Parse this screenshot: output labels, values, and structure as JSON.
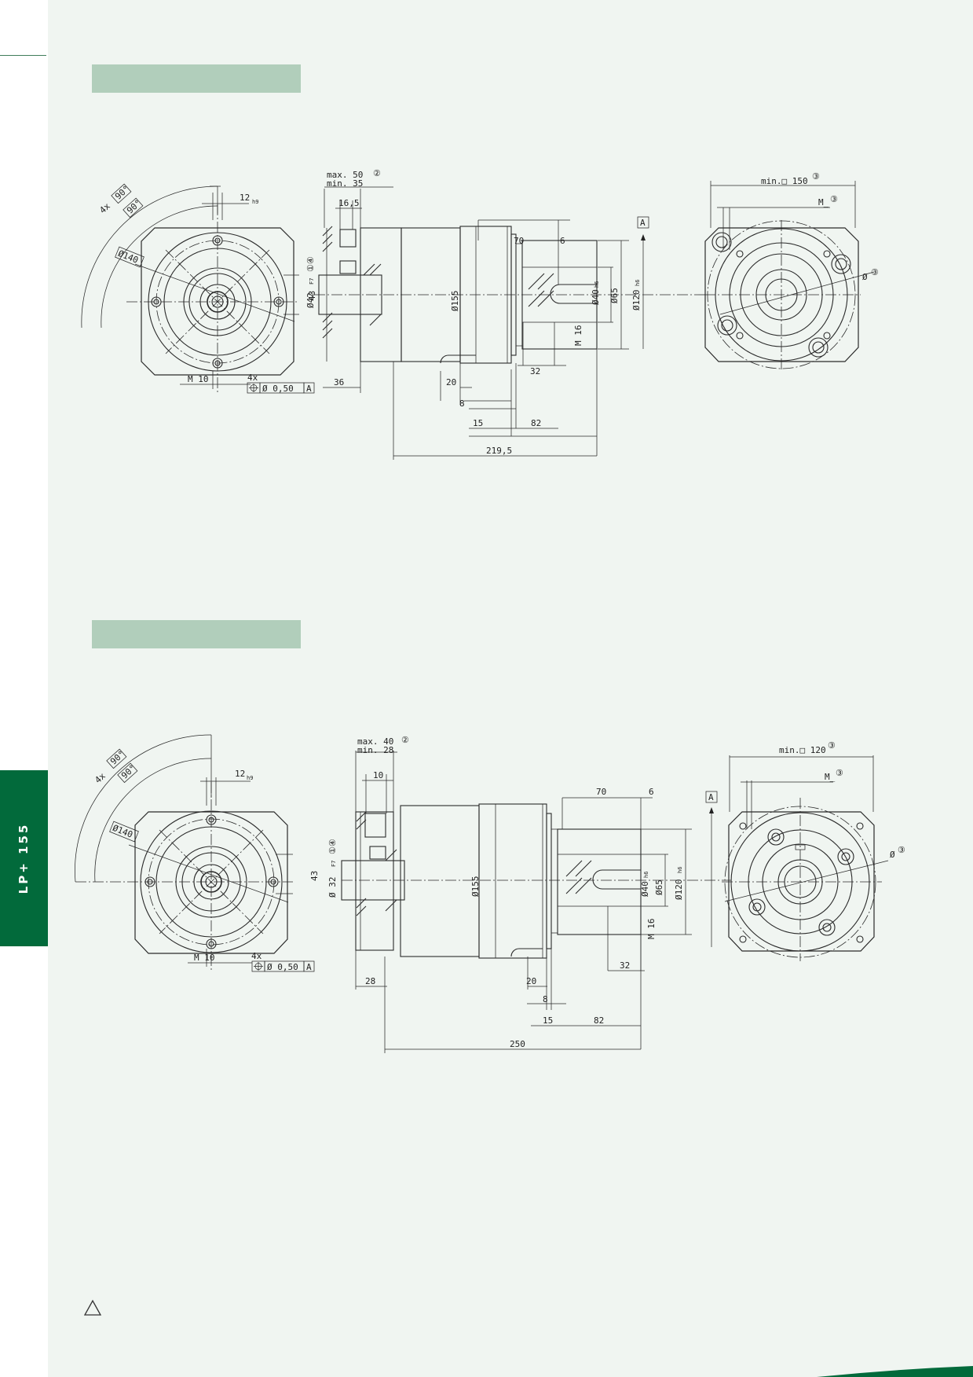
{
  "sidebar": {
    "tab_label": "LP+ 155"
  },
  "drawing1": {
    "front": {
      "angle_count": "4x",
      "angle_1": "90°",
      "angle_2": "90°",
      "bolt_circle": "Ø140",
      "key_width": "12",
      "key_tol": "h9",
      "dim_43": "43",
      "thread": "M 10",
      "pos_count": "4x",
      "pos_tol": "Ø 0,50",
      "datum": "A"
    },
    "side": {
      "max": "max. 50",
      "min": "min. 35",
      "note": "②",
      "d16_5": "16,5",
      "bore": "Ø42",
      "bore_tol": "F7",
      "bore_notes": "①④",
      "housing": "Ø155",
      "d70": "70",
      "d6": "6",
      "datum": "A",
      "shaft": "Ø40",
      "shaft_tol": "h6",
      "d65": "Ø65",
      "pilot": "Ø120",
      "pilot_tol": "h6",
      "thread": "M 16",
      "d32": "32",
      "d36": "36",
      "d20": "20",
      "d8": "8",
      "d15": "15",
      "d82": "82",
      "total": "219,5"
    },
    "back": {
      "min": "min.□ 150",
      "min_note": "③",
      "m": "M_",
      "m_note": "③",
      "dia": "Ø",
      "dia_note": "③"
    }
  },
  "drawing2": {
    "front": {
      "angle_count": "4x",
      "angle_1": "90°",
      "angle_2": "90°",
      "bolt_circle": "Ø140",
      "key_width": "12",
      "key_tol": "h9",
      "dim_43": "43",
      "thread": "M 10",
      "pos_count": "4x",
      "pos_tol": "Ø 0,50",
      "datum": "A"
    },
    "side": {
      "max": "max. 40",
      "min": "min. 28",
      "note": "②",
      "d10": "10",
      "bore": "Ø 32",
      "bore_tol": "F7",
      "bore_notes": "①④",
      "housing": "Ø155",
      "d70": "70",
      "d6": "6",
      "datum": "A",
      "shaft": "Ø40",
      "shaft_tol": "h6",
      "d65": "Ø65",
      "pilot": "Ø120",
      "pilot_tol": "h6",
      "thread": "M 16",
      "d32": "32",
      "d28": "28",
      "d20": "20",
      "d8": "8",
      "d15": "15",
      "d82": "82",
      "total": "250"
    },
    "back": {
      "min": "min.□ 120",
      "min_note": "③",
      "m": "M_",
      "m_note": "③",
      "dia": "Ø",
      "dia_note": "③"
    }
  },
  "colors": {
    "green": "#026a3b",
    "bar": "#b1cebb",
    "background": "#f0f5f1"
  }
}
